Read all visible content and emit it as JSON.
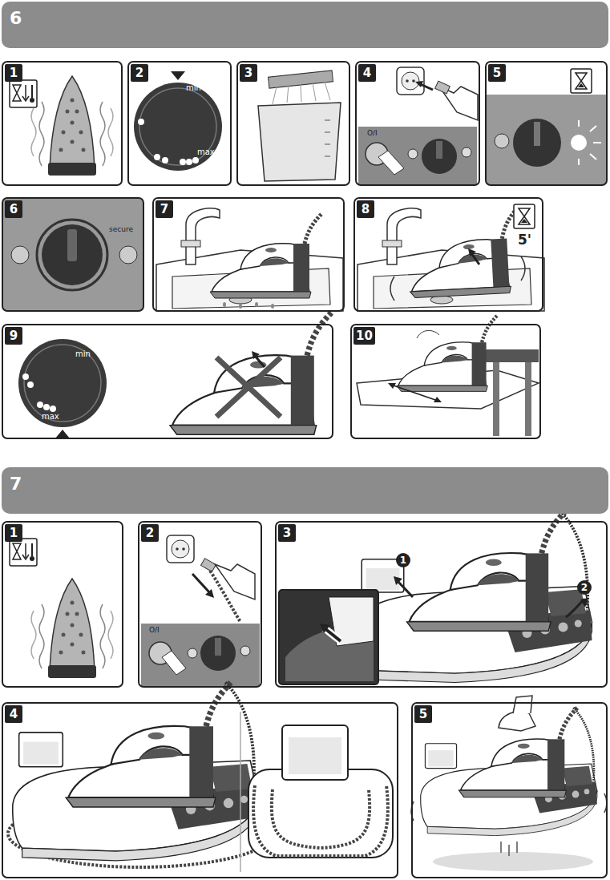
{
  "diagram": {
    "nodes": [
      {
        "text": [
          "6"
        ]
      },
      {
        "text": [
          "1"
        ]
      },
      {
        "text": [
          "2"
        ]
      },
      {
        "text": [
          "3"
        ]
      },
      {
        "text": [
          "4"
        ]
      },
      {
        "text": [
          "5"
        ]
      },
      {
        "text": [
          "6"
        ]
      },
      {
        "text": [
          "7"
        ]
      },
      {
        "text": [
          "8"
        ]
      },
      {
        "text": [
          "9"
        ]
      },
      {
        "text": [
          "10"
        ]
      },
      {
        "text": [
          "7"
        ]
      },
      {
        "text": [
          "1"
        ]
      },
      {
        "text": [
          "2"
        ]
      },
      {
        "text": [
          "3"
        ]
      },
      {
        "text": [
          "4"
        ]
      },
      {
        "text": [
          "5"
        ]
      }
    ],
    "labels": [
      "min",
      "max",
      "O/I",
      "secure",
      "5'",
      "min",
      "max",
      "O/I",
      "1",
      "2"
    ]
  }
}
